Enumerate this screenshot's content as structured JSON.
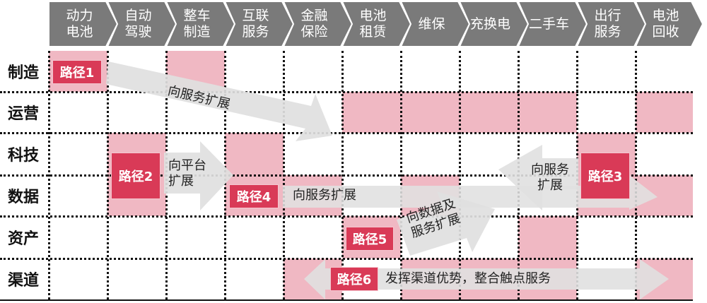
{
  "columns": [
    {
      "label": "动力\n电池"
    },
    {
      "label": "自动\n驾驶"
    },
    {
      "label": "整车\n制造"
    },
    {
      "label": "互联\n服务"
    },
    {
      "label": "金融\n保险"
    },
    {
      "label": "电池\n租赁"
    },
    {
      "label": "维保"
    },
    {
      "label": "充换电"
    },
    {
      "label": "二手车"
    },
    {
      "label": "出行\n服务"
    },
    {
      "label": "电池\n回收"
    }
  ],
  "rows": [
    {
      "label": "制造",
      "pink_cols": [
        0,
        2
      ]
    },
    {
      "label": "运营",
      "pink_cols": [
        5,
        6,
        7,
        8,
        10
      ]
    },
    {
      "label": "科技",
      "pink_cols": [
        1,
        3,
        9
      ]
    },
    {
      "label": "数据",
      "pink_cols": [
        1,
        3,
        4,
        6,
        9,
        10
      ]
    },
    {
      "label": "资产",
      "pink_cols": [
        5,
        8
      ]
    },
    {
      "label": "渠道",
      "pink_cols": [
        4,
        6,
        7,
        8,
        10
      ]
    }
  ],
  "paths": [
    {
      "id": "path1",
      "badge": "路径1",
      "arrow_text": "向服务扩展"
    },
    {
      "id": "path2",
      "badge": "路径2",
      "arrow_text": "向平台\n扩展"
    },
    {
      "id": "path3",
      "badge": "路径3",
      "arrow_text": "向服务\n扩展"
    },
    {
      "id": "path4",
      "badge": "路径4",
      "arrow_text": "向服务扩展"
    },
    {
      "id": "path5",
      "badge": "路径5",
      "arrow_text": "向数据及\n服务扩展"
    },
    {
      "id": "path6",
      "badge": "路径6",
      "arrow_text": "发挥渠道优势，整合触点服务"
    }
  ],
  "colors": {
    "header_gray": "#7a7a7a",
    "cell_pink": "#f0b8c3",
    "badge_red": "#d93a57",
    "arrow_gray": "#e0e0e0"
  }
}
